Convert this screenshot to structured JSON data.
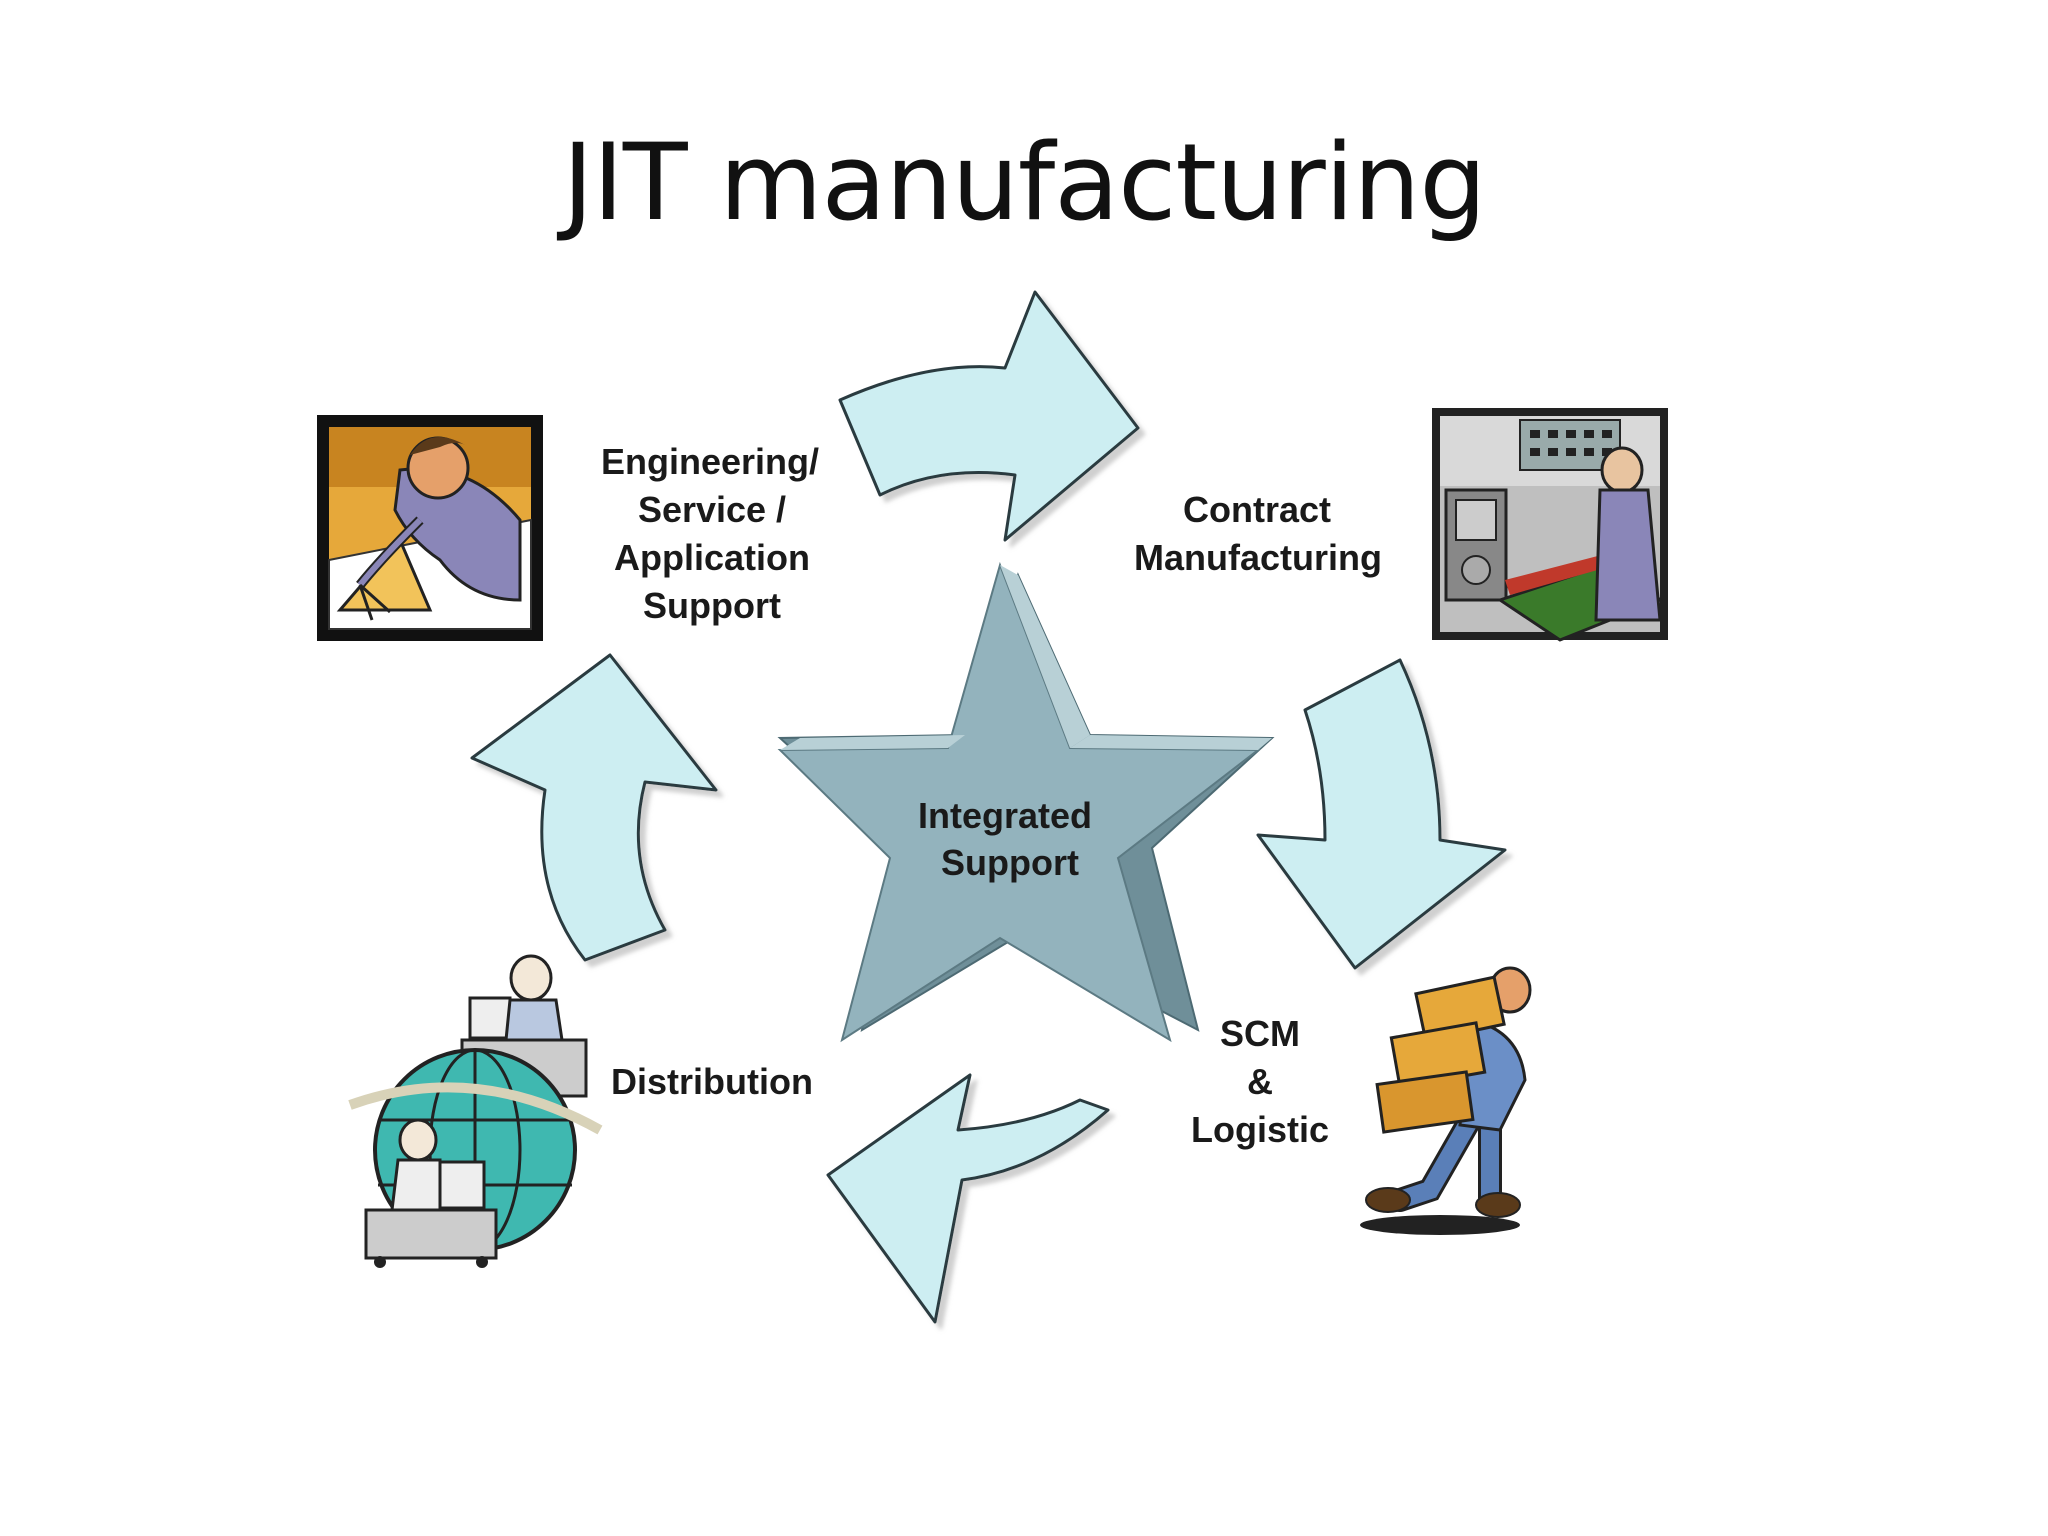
{
  "title": "JIT manufacturing",
  "center": {
    "lines": [
      "Integrated",
      "Support"
    ]
  },
  "stages": [
    {
      "id": "engineering",
      "lines": [
        "Engineering/",
        "Service /",
        "Application",
        "Support"
      ],
      "icon": "engineer-drafting-icon"
    },
    {
      "id": "contract",
      "lines": [
        "Contract",
        "Manufacturing"
      ],
      "icon": "factory-worker-machine-icon"
    },
    {
      "id": "scm",
      "lines": [
        "SCM",
        "&",
        "Logistic"
      ],
      "icon": "worker-carrying-boxes-icon"
    },
    {
      "id": "distribution",
      "lines": [
        "Distribution"
      ],
      "icon": "globe-call-center-icon"
    }
  ],
  "colors": {
    "arrow_fill": "#cdeef2",
    "arrow_stroke": "#2a3b40",
    "star_face": "#93b3bd",
    "star_side": "#6f8f99",
    "star_top": "#b8d0d6"
  }
}
